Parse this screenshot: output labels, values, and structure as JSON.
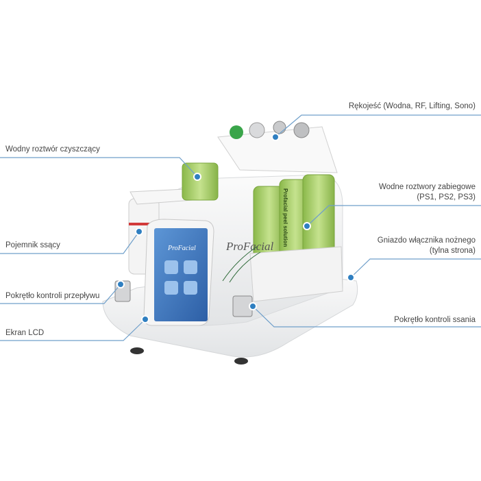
{
  "labels": {
    "handpiece": "Rękojeść (Wodna, RF, Lifting, Sono)",
    "cleaning_solution": "Wodny roztwór czyszczący",
    "treatment_solutions_line1": "Wodne roztwory zabiegowe",
    "treatment_solutions_line2": "(PS1, PS2, PS3)",
    "suction_container": "Pojemnik ssący",
    "footswitch_socket_line1": "Gniazdo włącznika nożnego",
    "footswitch_socket_line2": "(tylna strona)",
    "flow_knob": "Pokrętło kontroli przepływu",
    "lcd_screen": "Ekran LCD",
    "suction_knob": "Pokrętło kontroli ssania"
  },
  "device": {
    "brand_logo": "ProFacial",
    "bottle_label": "Profacial peel solution"
  },
  "colors": {
    "leader_line": "#6f9fca",
    "marker": "#2f7fc1",
    "bottle_green": "#a9cf6a",
    "screen_blue": "#3f78bf"
  }
}
